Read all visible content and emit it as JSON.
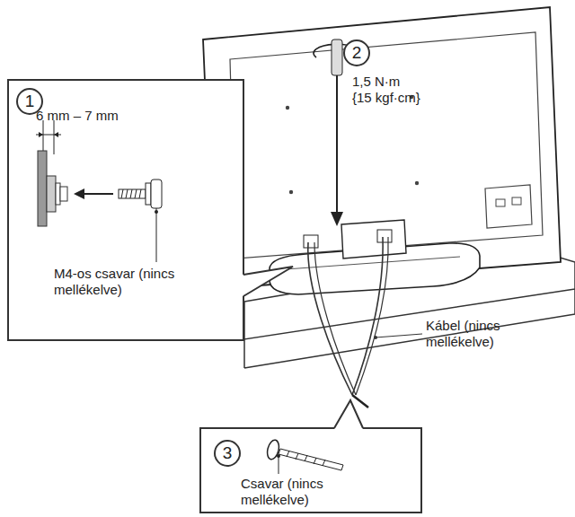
{
  "diagram": {
    "nodes": [
      {
        "text": [
          "6 mm – 7 mm",
          "M4-os csavar (nincs mellékelve)"
        ]
      },
      {
        "text": [
          "1"
        ],
        "in": 0
      },
      {
        "text": [
          "2"
        ]
      },
      {
        "text": [
          "Csavar (nincs mellékelve)"
        ]
      },
      {
        "text": [
          "3"
        ],
        "in": 3
      }
    ],
    "labels": [
      "1,5 N·m",
      "{15 kgf·cm}",
      "Kábel (nincs mellékelve)"
    ]
  }
}
